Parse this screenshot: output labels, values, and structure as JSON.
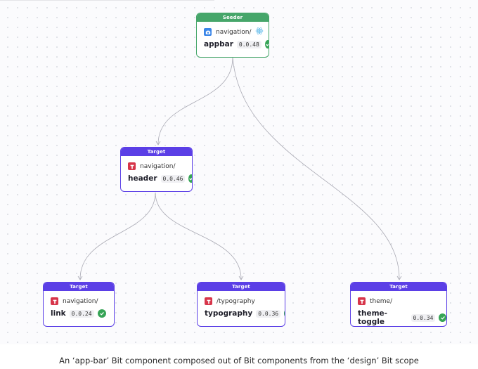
{
  "graph": {
    "nodes": {
      "appbar": {
        "role": "Seeder",
        "scope": "navigation/",
        "name": "appbar",
        "version": "0.0.48",
        "icon": "camera-icon",
        "extra_icon": "react-icon"
      },
      "header": {
        "role": "Target",
        "scope": "navigation/",
        "name": "header",
        "version": "0.0.46",
        "icon": "pin-icon"
      },
      "link": {
        "role": "Target",
        "scope": "navigation/",
        "name": "link",
        "version": "0.0.24",
        "icon": "pin-icon"
      },
      "typography": {
        "role": "Target",
        "scope": "/typography",
        "name": "typography",
        "version": "0.0.36",
        "icon": "pin-icon"
      },
      "theme_toggle": {
        "role": "Target",
        "scope": "theme/",
        "name": "theme-toggle",
        "version": "0.0.34",
        "icon": "pin-icon"
      }
    },
    "edges": [
      [
        "appbar",
        "header"
      ],
      [
        "appbar",
        "theme_toggle"
      ],
      [
        "header",
        "link"
      ],
      [
        "header",
        "typography"
      ]
    ]
  },
  "colors": {
    "target": "#5b3fe6",
    "seeder": "#46a66a",
    "check": "#36a456",
    "pin_icon": "#d7354a"
  },
  "caption": "An ‘app-bar’ Bit component composed out of Bit components from the ‘design’ Bit scope"
}
